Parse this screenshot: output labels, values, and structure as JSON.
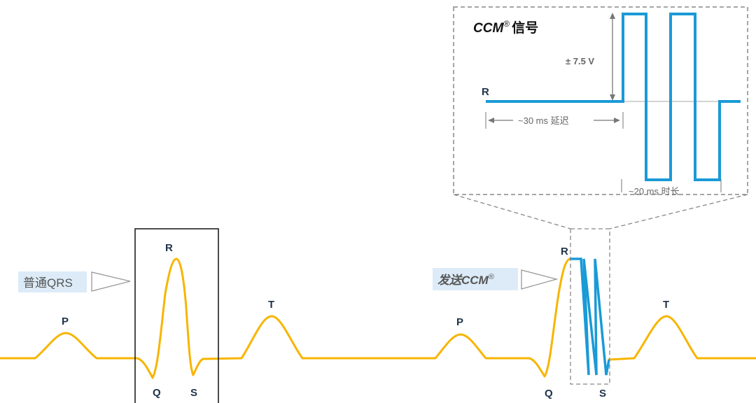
{
  "diagram": {
    "normal_qrs_tag": "普通QRS",
    "ccm_delivery_tag": "发送CCM",
    "ccm_delivery_reg": "®",
    "inset": {
      "title_main": "CCM",
      "title_reg": "®",
      "title_suffix": "信号",
      "r_label": "R",
      "amplitude": "± 7.5 V",
      "delay": "~30 ms 延迟",
      "duration": "~20 ms 时长"
    },
    "beat1": {
      "p": "P",
      "q": "Q",
      "r": "R",
      "s": "S",
      "t": "T"
    },
    "beat2": {
      "p": "P",
      "q": "Q",
      "r": "R",
      "s": "S",
      "t": "T"
    }
  },
  "colors": {
    "ecg_trace": "#f7b500",
    "ccm_pulse": "#1a9ad6",
    "tag_bg": "#dcebf7",
    "dash": "#888888"
  }
}
